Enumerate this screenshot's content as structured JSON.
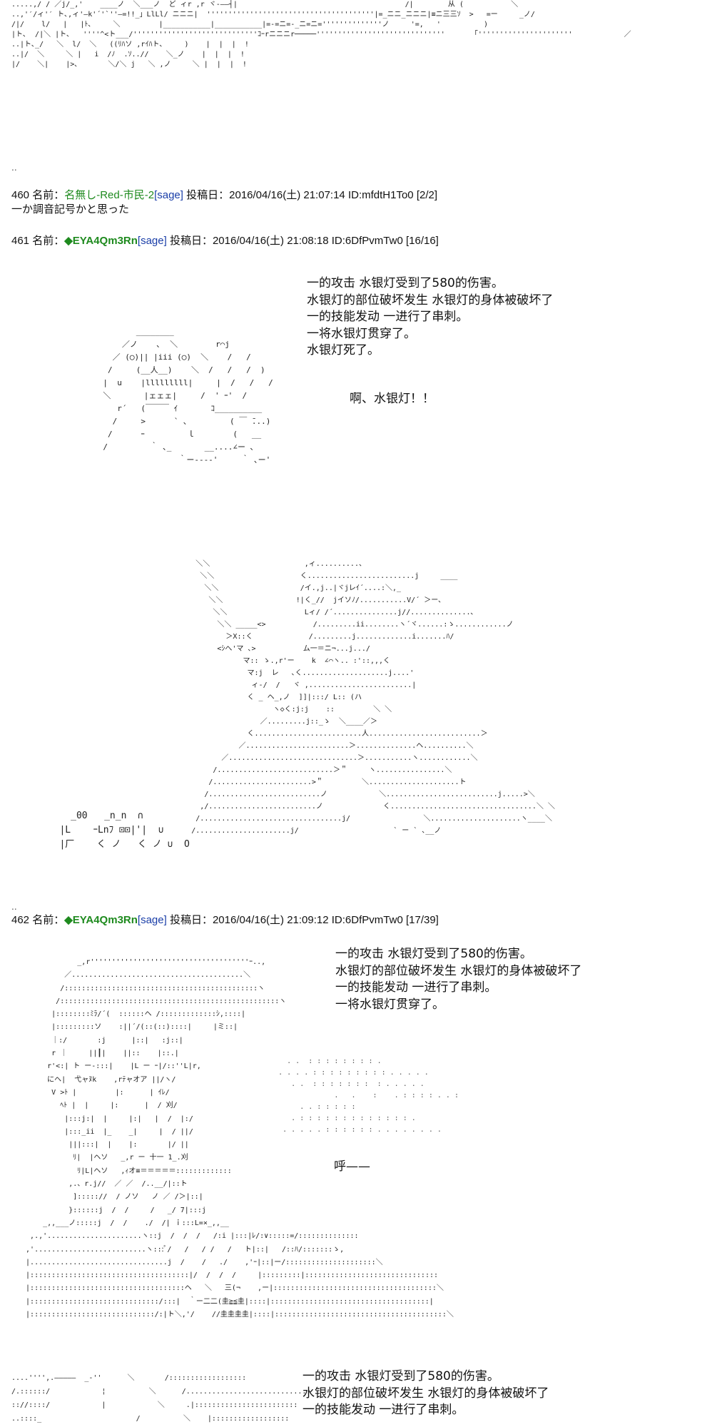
{
  "top_art": {
    "lines": [
      ".....,/ / ／j/_,'    ____ノ  ＼___ノ  ど ィr ,r ヾ‐――┤|                                       /|        从 (           ＼",
      "..,'′/ィ'′ ト､,ィ'―k'´'`''―=!!_」LlLl/ ニニニ|  '''''''''''''''''''''''''''''''''''''''|=_ニニ_ニニニ|≡ニ三三ｿ  >   =ー     _ノ/",
      "/|/    l/   |   |ﾄ､     ＼         |___________|___________|=-=ニ=-_ニ=ニ=''''''''''''''ノ     '=,   '          )",
      "|ト､  /|＼ |ト､   ''''^<ト___/'''''''''''''''''''''''''''''ｺｰrニニニr─────''''''''''''''''''''''''''''''      「''''''''''''''''''''''            ／",
      "..|ト､_/   ＼  l/  ＼   ((ﾘﾊソ ,rｲﾊト､     )    |  |  |  !",
      "..|/  ＼     ＼ |   i  /ﾉ  .ｿ..//    ＼_ノ    |  |  |  !",
      "|/    ＼|    |>､       ＼/＼ j   ＼ ,ノ     ＼ |  |  |  !"
    ]
  },
  "separator_1": "..",
  "post_460": {
    "number": "460",
    "name_label": "名前：",
    "name": "名無し-Red-市民-2",
    "mail": "[sage]",
    "date_label": "投稿日：",
    "date": "2016/04/16(土) 21:07:14",
    "id": "ID:mfdtH1To0",
    "count": "[2/2]",
    "body": "一か調音記号かと思った"
  },
  "post_461": {
    "number": "461",
    "name_label": "名前：",
    "name": "◆EYA4Qm3Rn",
    "mail": "[sage]",
    "date_label": "投稿日：",
    "date": "2016/04/16(土) 21:08:18",
    "id": "ID:6DfPvmTw0",
    "count": "[16/16]",
    "narration": [
      "一的攻击  水银灯受到了580的伤害。",
      "水银灯的部位破坏发生  水银灯的身体被破坏了",
      "一的技能发动  一进行了串刺。",
      "一将水银灯贯穿了。",
      "水银灯死了。"
    ],
    "shout": "啊、水银灯！！",
    "art_skull": [
      "              ________",
      "           ／ノ    ､  ＼        r⌒j",
      "         ／ (◯)|| |iii (◯)  ＼    /   /",
      "        /     (__人__)    ＼  /   /   /  )",
      "       |  u    |lllllllll|     |  /   /   /",
      "       ＼       |ェェェ|     /  ' ｰ'  /",
      "          r´   (￣￣￣ ｲ       ｺ__________",
      "         /     >      ` ､         ( ￣ ̄...)",
      "        /      ｰ         ｌ        (   __",
      "       /         ｀ ､_       __....∠ー ､",
      "                       ｀ー----'     ｀ ､ー'"
    ],
    "art_spear": [
      "              ＼＼                      ,ィ..........、",
      "               ＼＼                    く.........................j     ____",
      "                ＼＼                   /イ.,j..|ヾjレｲ´....:＼,_",
      "                 ＼＼                 !|く_//  jイソﾉ/...........V/´ ＞ー､",
      "                  ＼＼                  Lィ/ /´...............j//..............､",
      "                   ＼＼ _____<>           /.........ii........ヽ´ヾ......:ゝ............ノ",
      "                     ＞X::く             /.........j.............i.......ﾊ/",
      "                   <ｼへ'マ ､>           ム一＝ニ¬...j.../",
      "                         マ:: ゝ.,r'ー    k  ∠⌒ヽ.. :'::,,,く",
      "                          マ:j  レ   ､く....................j....'",
      "                           ィ-/  /   ヾ ,........................|",
      "                          く _ ヘ_,ノ  ]]|:::/ L:: (ハ",
      "                                ヽ◇く:j:j    ::         ＼ ＼",
      "                             ／.........j::_ゝ  ＼____／＞",
      "                          く.........................人..........................＞",
      "                        ／........................＞..............ヘ..........＼",
      "                    ／..............................＞...........ヽ............＼",
      "                  /...........................＞＂     ヽ................＼",
      "                 /.......................>＂         ＼.....................ト",
      "                /..........................ノ            ＼..........................j.....>＼",
      "               ,/.........................ノ              く..................................＼ ＼",
      "              /.................................j/                 ＼.....................ヽ____＼",
      "             /......................j/                      ` ー ` ､__ノ"
    ],
    "sfx_art": [
      "     _00   _n_n  ∩",
      "   |L    ｰLnﾌ ⊡⊡|'|  ∪",
      "   |厂    く ノ   く ノ ∪  O"
    ]
  },
  "separator_2": "..",
  "post_462": {
    "number": "462",
    "name_label": "名前：",
    "name": "◆EYA4Qm3Rn",
    "mail": "[sage]",
    "date_label": "投稿日：",
    "date": "2016/04/16(土) 21:09:12",
    "id": "ID:6DfPvmTw0",
    "count": "[17/39]",
    "narration": [
      "一的攻击  水银灯受到了580的伤害。",
      "水银灯的部位破坏发生  水银灯的身体被破坏了",
      "一的技能发动  一进行了串刺。",
      "一将水银灯贯穿了。"
    ],
    "shout": "呼——",
    "art_knight": [
      "              _,r'''''''''''''''''''''''''''''''''''''ｰ..,",
      "           ／........................................＼",
      "          /:::::::::::::::::::::::::::::::::::::::::::::ヽ",
      "         /:::::::::::::::::::::::::::::::::::::::::::::::::::ヽ",
      "        |::::::::ﾐﾗ/´(  ::::::ヘ /:::::::::::::ｼ,::::|",
      "        |:::::::::ソ    :||´/(::(::)::::|     |ミ::|",
      "        ｜:/       :j      |::|   :j::|",
      "        r ｜     ||┃|    ||::    |::.|",
      "       r'<:| ト ー-:::|    |L ー ｰ|/::''L|r,",
      "       にヘ|  弋ャﾇk    ,rﾃャオア ||/ヽ/",
      "        V >ﾄ |         |:      | ｲﾚ/",
      "          ﾍﾄ |  |     |:      |  / 刈/",
      "           |:::j:|  |     |:|   |  /  |:/",
      "           |:::_ii  |_    _|     |  / ||/",
      "            |||:::|  |    |:       |/ ||",
      "             ﾘ|  |ヘソ   _,r ー 十一 1_.刈",
      "              ﾘ|L|ヘソ   ,ｨオ≡＝＝＝＝＝:::::::::::::",
      "            ,.、r.j//  ／ ／  /..__/|::ト",
      "             ]::::://  / ノソ   ノ ／ /＞|::|",
      "            }::::::j  /  /     /   _/ 7|:::j",
      "      _,,___ノ:::::j  /  /    ./  /| ｉ:::L=×_,,__",
      "   ,.,'......................ヽ::j  /  /  /   /:i |:::|ﾚ/:∨:::::=/::::::::::::::",
      "  ,'..........................ヽ:::ﾟ/   /   / /   /   ト|::|   /::ﾊ/:::::::ゝ,",
      "  |................................j  /    /   ./    ,'ｰ|::|ー/:::::::::::::::::::::＼",
      "  |:::::::::::::::::::::::::::::::::::::|/  /  /  /     |:::::::::|:::::::::::::::::::::::::::::::",
      "  |::::::::::::::::::::::::::::::::::::ヘ   ＼   三(¬    ,ー|::::::::::::::::::::::::::::::::::::::＼",
      "  |::::::::::::::::::::::::::::::/:::|  ｀ー二二(圭≧≦圭|::::|:::::::::::::::::::::::::::::::::::::|",
      "  |:::::::::::::::::::::::::::::/:|ト＼,'/    //圭圭圭圭|::::|::::::::::::::::::::::::::::::::::::::::＼"
    ],
    "dots": [
      "       . .  : : : : : : : : .",
      "     . . . . : : : : : : : : : . . . . .",
      "        . .  : : : : : : :  : . . . . .",
      "                  .   .    :    . : : : : . . :",
      "          . . : : : : :",
      "        . : : : : : : : : : : : : : .",
      "      . . . . . : : : : : : . . . . . . . ."
    ]
  },
  "post_463_partial": {
    "narration": [
      "一的攻击  水银灯受到了580的伤害。",
      "水银灯的部位破坏发生  水银灯的身体被破坏了",
      "一的技能发动  一进行了串刺。"
    ],
    "art": [
      "....'''',.―――――  _-''      ＼       /::::::::::::::::::",
      "/.::::::/            ¦          ＼      /.............................",
      ":://::::/            |            ＼     .|::::::::::::::::::::::::",
      "..::::_                      /          ＼    |::::::::::::::::::"
    ]
  }
}
